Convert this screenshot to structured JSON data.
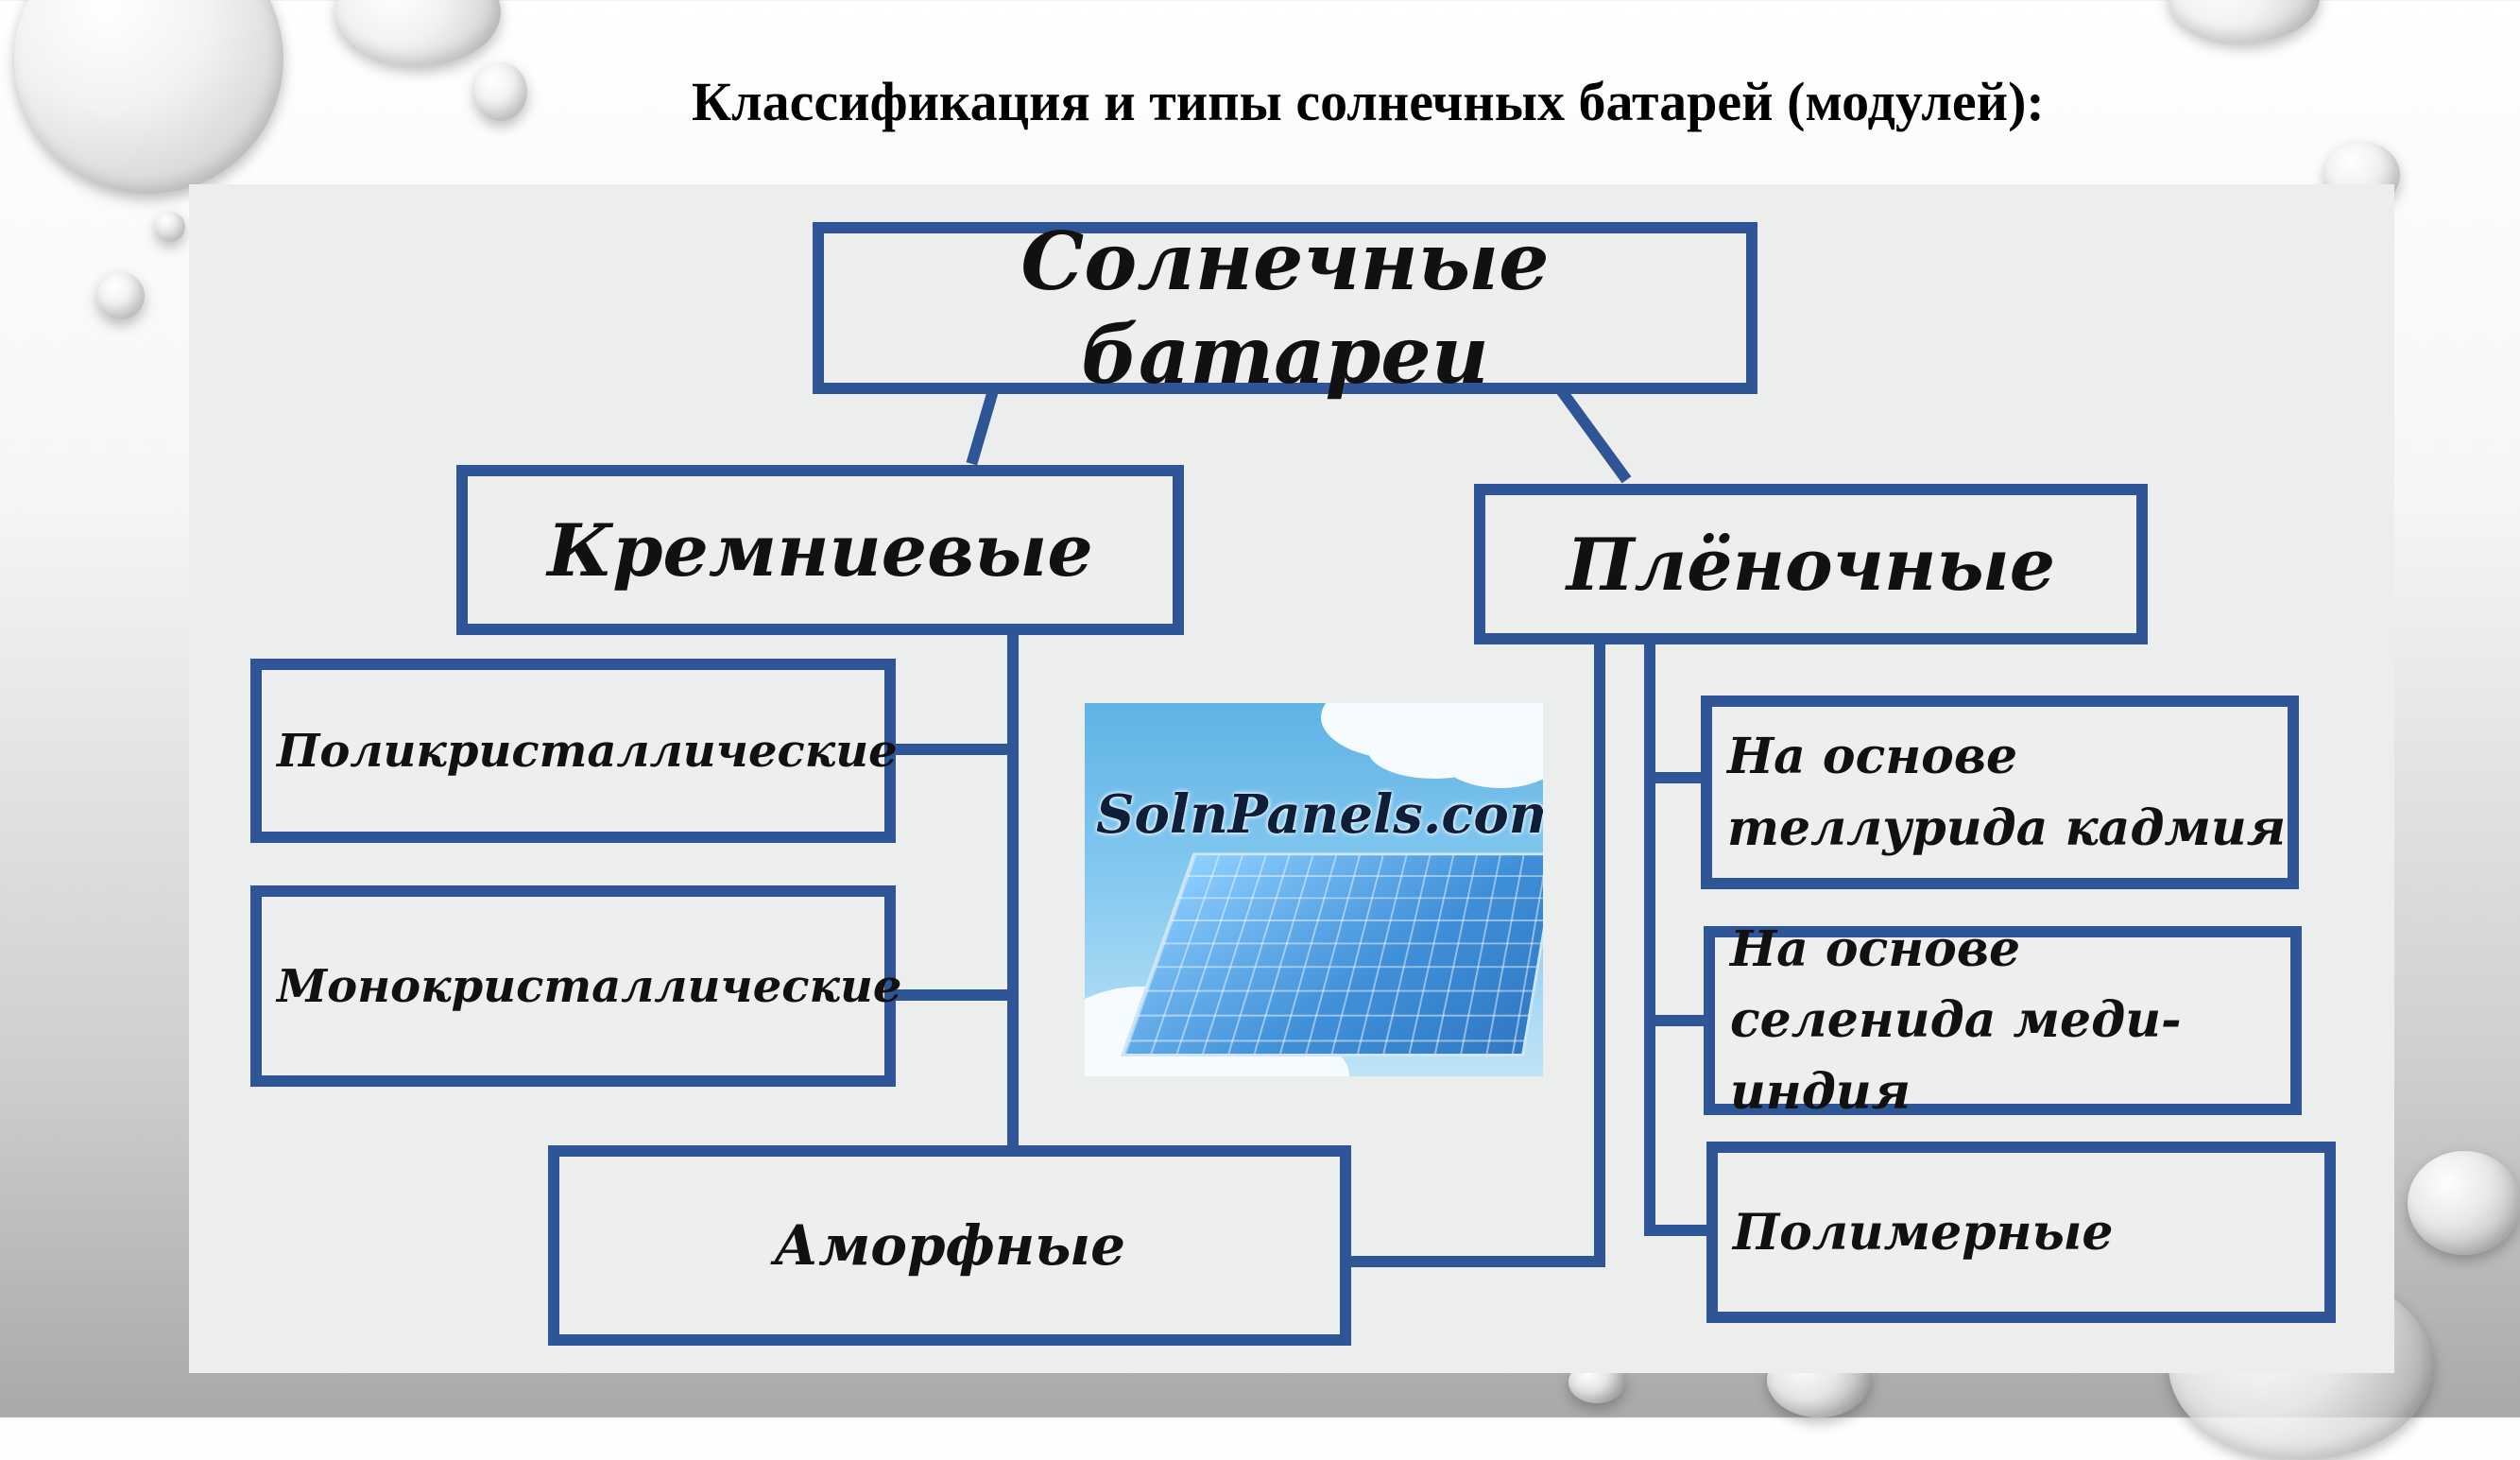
{
  "slide": {
    "title": "Классификация и типы солнечных батарей (модулей):"
  },
  "diagram": {
    "root": "Солнечные батареи",
    "branches": [
      {
        "label": "Кремниевые",
        "children": [
          "Поликристаллические",
          "Монокристаллические",
          "Аморфные"
        ]
      },
      {
        "label": "Плёночные",
        "children": [
          "На основе теллурида кадмия",
          "На основе селенида меди-индия",
          "Полимерные"
        ]
      }
    ],
    "shared_child": "Аморфные"
  },
  "photo": {
    "watermark": "SolnPanels.com"
  },
  "colors": {
    "box_border": "#2f5597",
    "panel_bg": "#eceded"
  }
}
